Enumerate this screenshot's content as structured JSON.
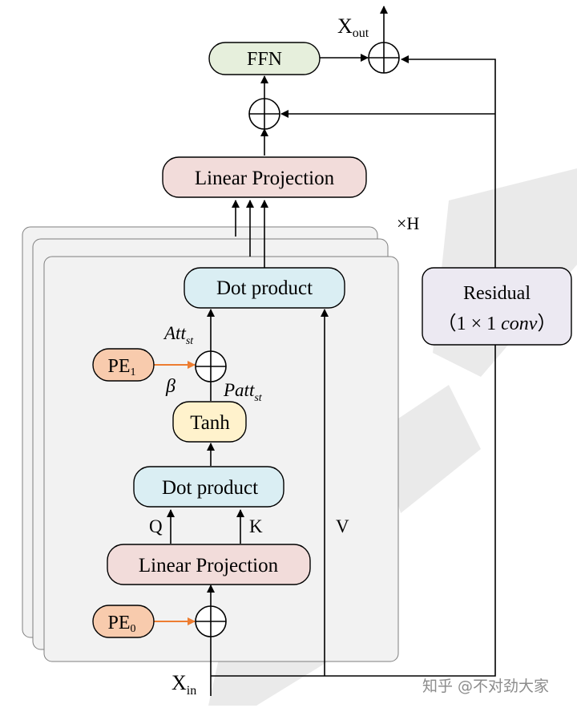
{
  "labels": {
    "ffn": "FFN",
    "linear_projection_top": "Linear Projection",
    "times_h": "×H",
    "dot_product_top": "Dot product",
    "att": "Att",
    "att_sub": "st",
    "pe1": "PE",
    "pe1_sub": "1",
    "beta": "β",
    "patt": "Patt",
    "patt_sub": "st",
    "tanh": "Tanh",
    "dot_product_bottom": "Dot product",
    "q": "Q",
    "k": "K",
    "v": "V",
    "linear_projection_bottom": "Linear Projection",
    "pe0": "PE",
    "pe0_sub": "0",
    "residual": "Residual",
    "residual_l": "（",
    "residual_num": "1 × 1",
    "residual_conv": "conv",
    "residual_r": "）",
    "x_in": "X",
    "x_in_sub": "in",
    "x_out": "X",
    "x_out_sub": "out"
  },
  "watermark": {
    "zhihu": "知乎 @不对劲大家"
  },
  "colors": {
    "ffn_fill": "#e6efdc",
    "linproj_fill": "#f2dcda",
    "dot_fill": "#daeef3",
    "tanh_fill": "#fff2cc",
    "pe_fill": "#f8cbad",
    "pe_arrow": "#ed7d31",
    "residual_fill": "#ece9f2",
    "stack_fill": "#f2f2f2"
  },
  "icons": [
    "plus-circle-icon"
  ]
}
